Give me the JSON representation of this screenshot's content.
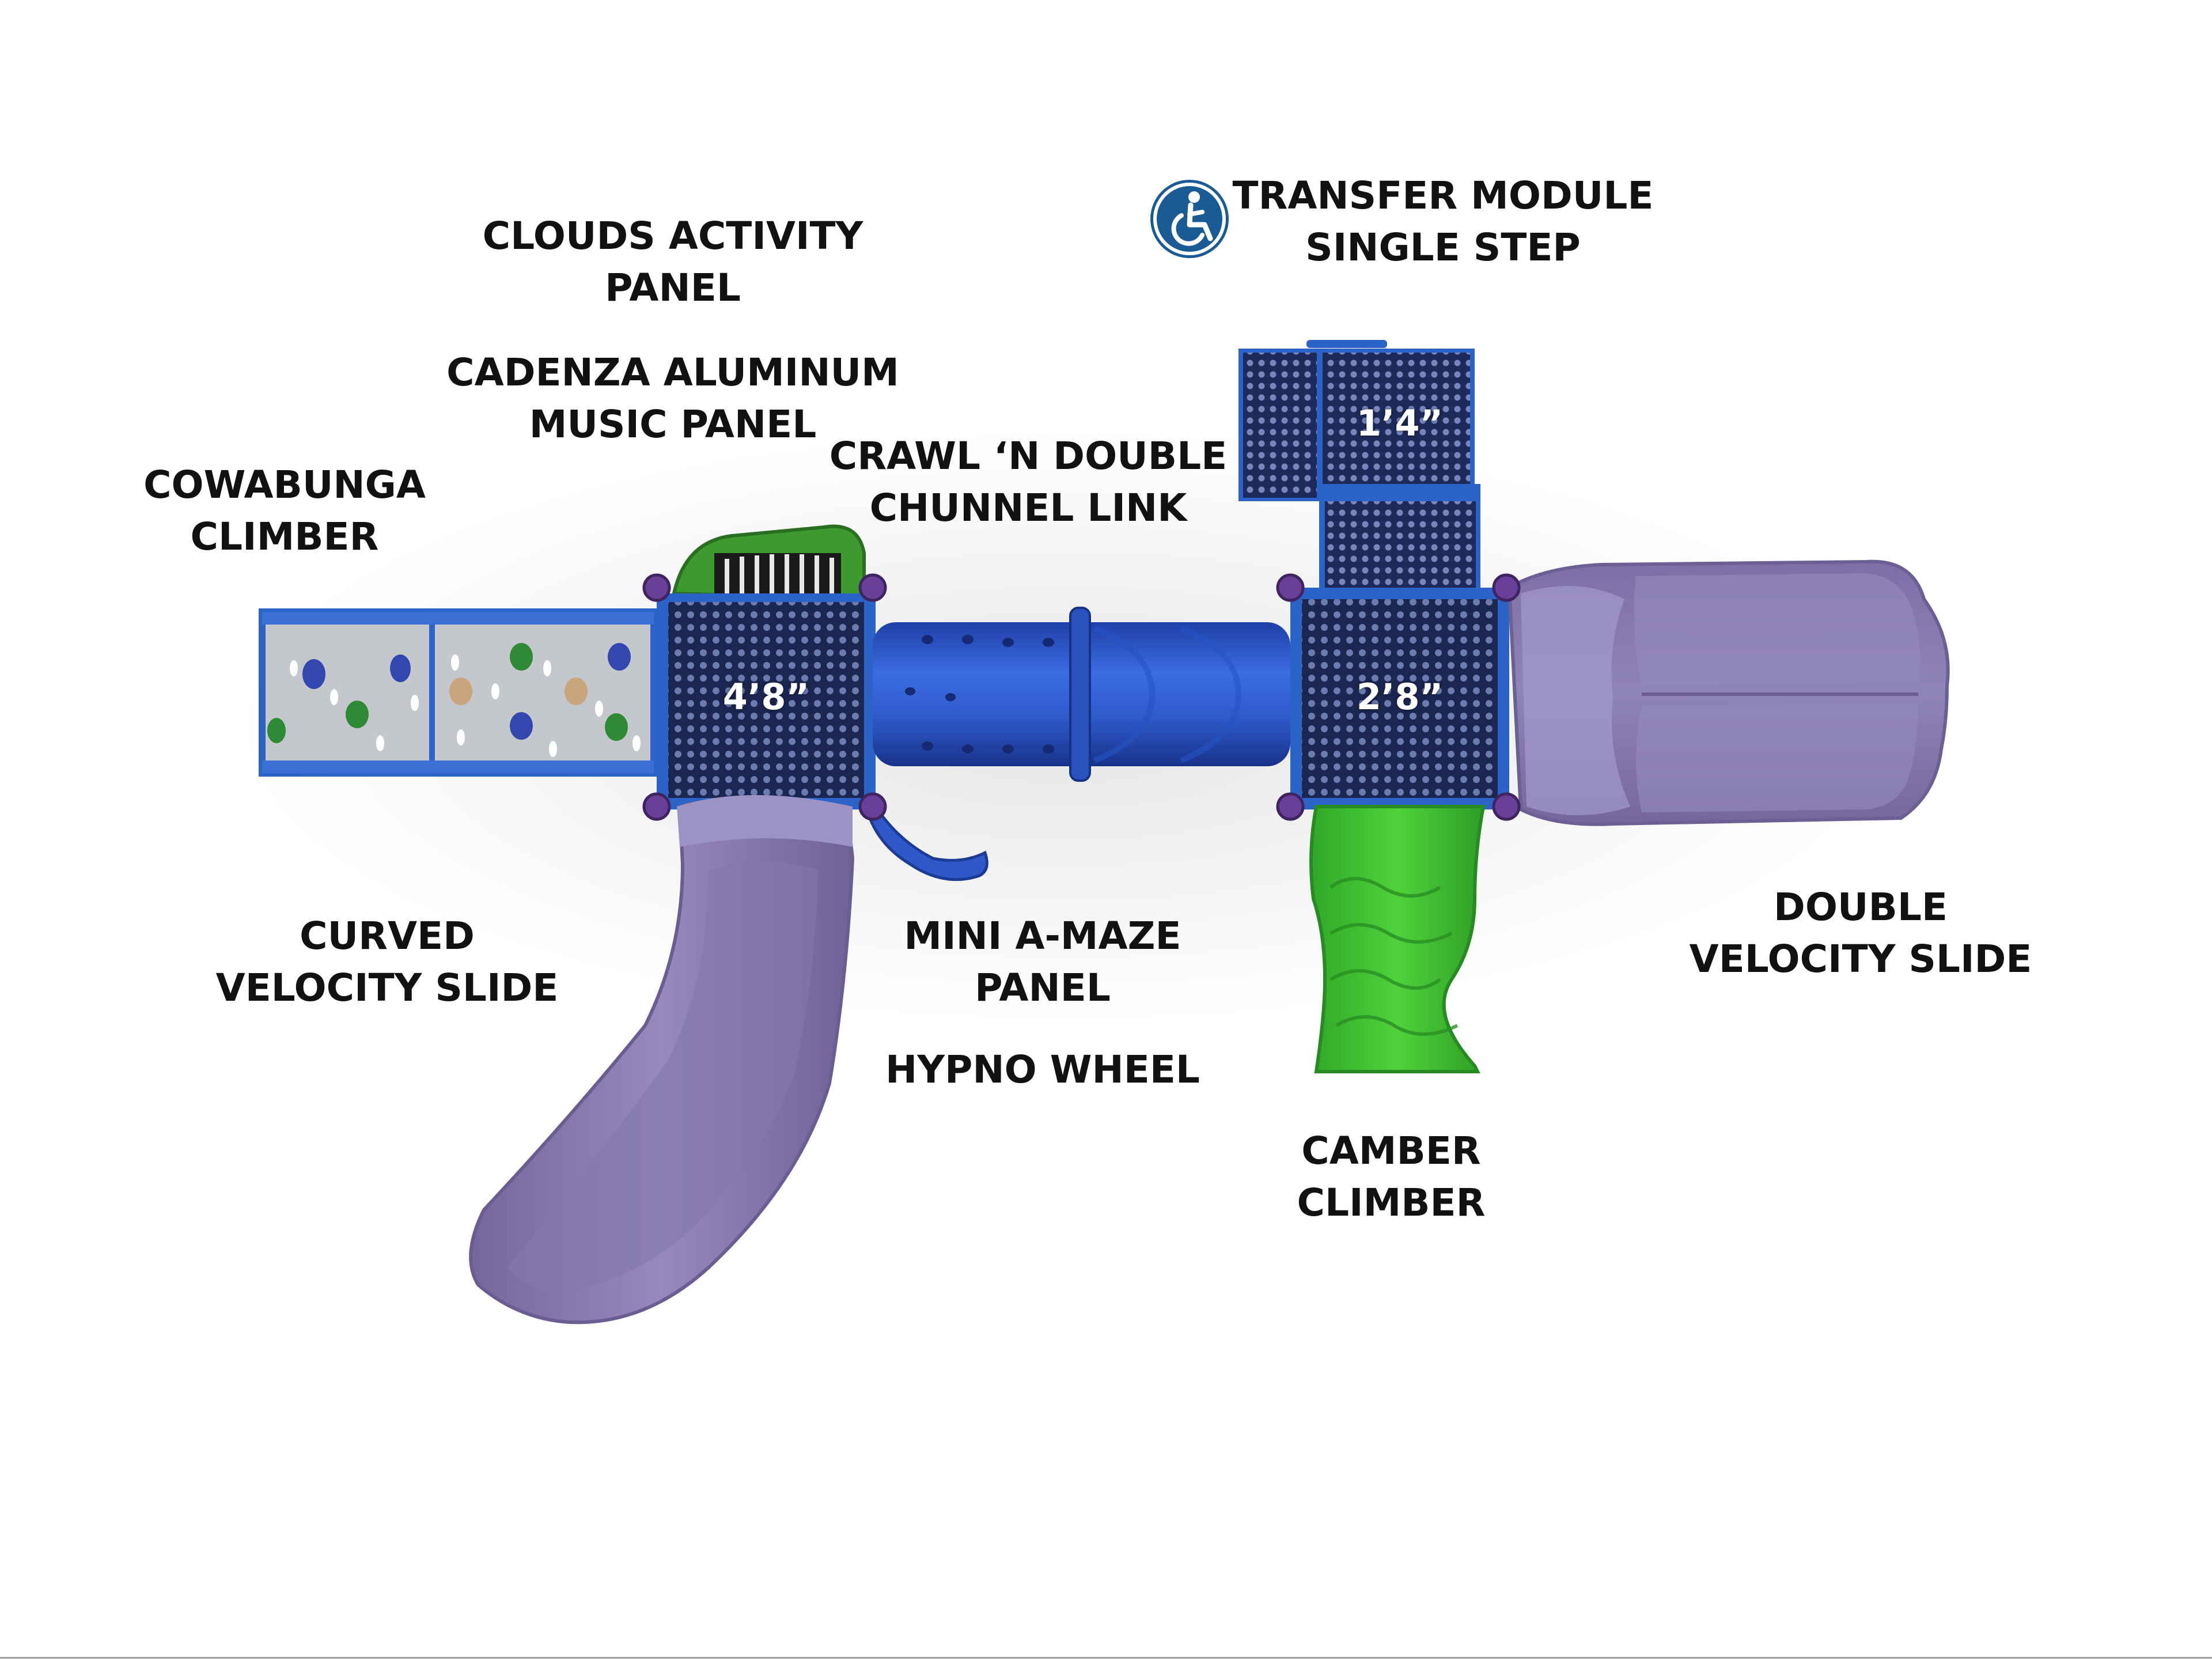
{
  "callouts": {
    "clouds_panel": [
      "CLOUDS ACTIVITY",
      "PANEL"
    ],
    "cadenza_panel": [
      "CADENZA ALUMINUM",
      "MUSIC PANEL"
    ],
    "cowabunga": [
      "COWABUNGA",
      "CLIMBER"
    ],
    "crawl_link": [
      "CRAWL ‘N DOUBLE",
      "CHUNNEL LINK"
    ],
    "transfer": [
      "TRANSFER MODULE",
      "SINGLE STEP"
    ],
    "curved_slide": [
      "CURVED",
      "VELOCITY SLIDE"
    ],
    "mini_maze": [
      "MINI A-MAZE",
      "PANEL"
    ],
    "hypno": [
      "HYPNO WHEEL"
    ],
    "camber": [
      "CAMBER",
      "CLIMBER"
    ],
    "double_slide": [
      "DOUBLE",
      "VELOCITY SLIDE"
    ]
  },
  "deck_heights": {
    "left_deck": "4’8”",
    "right_deck": "2’8”",
    "transfer_deck": "1’4”"
  },
  "icons": {
    "accessibility": "wheelchair-accessibility-icon"
  },
  "colors": {
    "deck": "#1d2a57",
    "frame_blue": "#2b63c9",
    "tunnel_blue": "#2f59c8",
    "slide_purple": "#8878ad",
    "climber_green": "#3fbf2f",
    "post_cap_purple": "#6a3f98",
    "wall_gray": "#bfc3c8",
    "accessibility_blue": "#1a5b96"
  }
}
